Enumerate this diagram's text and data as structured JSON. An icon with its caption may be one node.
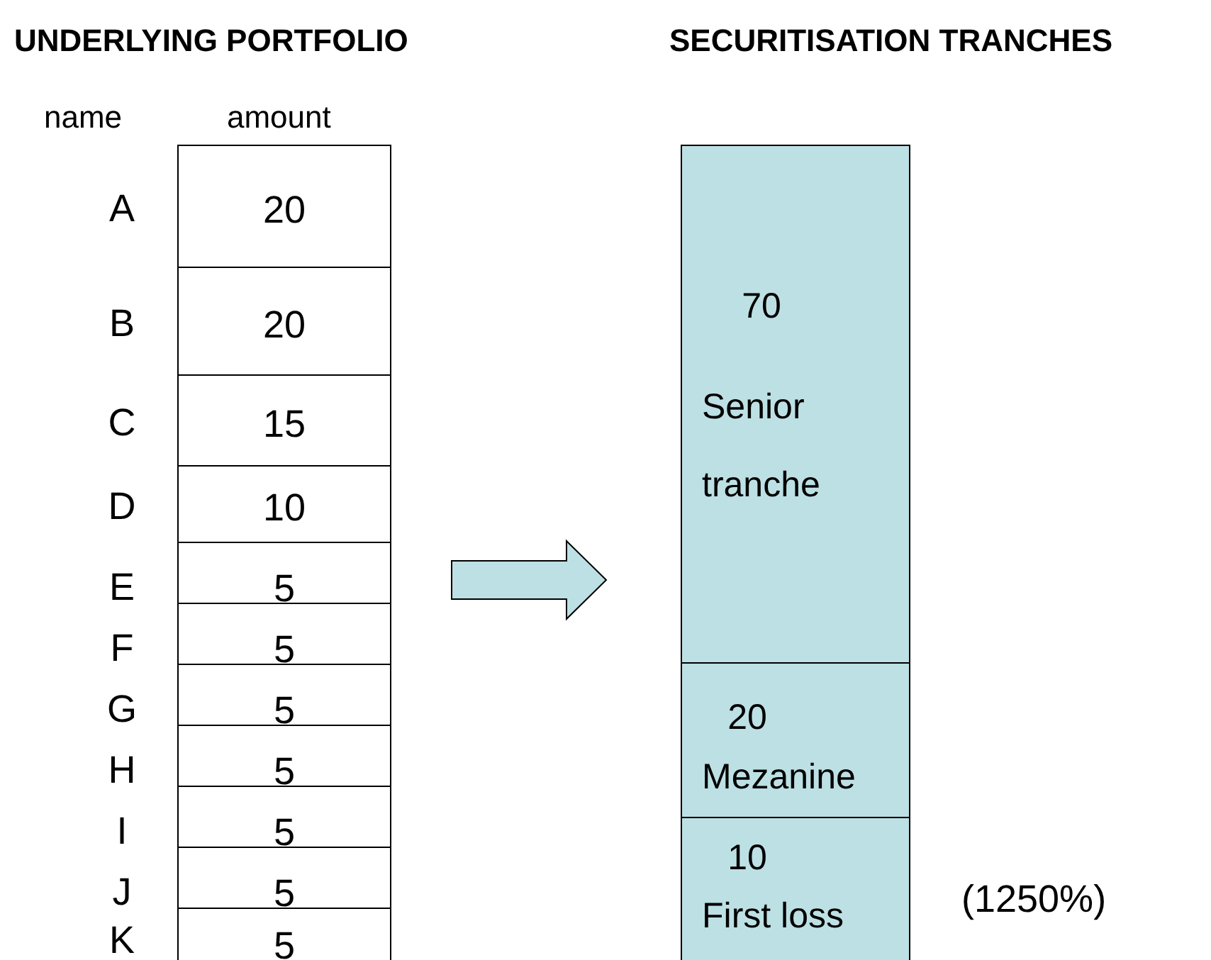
{
  "diagram": {
    "nodes": [
      {
        "text": [
          "20"
        ],
        "beside": [
          "A"
        ]
      },
      {
        "text": [
          "20"
        ],
        "beside": [
          "B"
        ]
      },
      {
        "text": [
          "15"
        ],
        "beside": [
          "C"
        ]
      },
      {
        "text": [
          "10"
        ],
        "beside": [
          "D"
        ]
      },
      {
        "text": [
          "5"
        ],
        "beside": [
          "E"
        ]
      },
      {
        "text": [
          "5"
        ],
        "beside": [
          "F"
        ]
      },
      {
        "text": [
          "5"
        ],
        "beside": [
          "G"
        ]
      },
      {
        "text": [
          "5"
        ],
        "beside": [
          "H"
        ]
      },
      {
        "text": [
          "5"
        ],
        "beside": [
          "I"
        ]
      },
      {
        "text": [
          "5"
        ],
        "beside": [
          "J"
        ]
      },
      {
        "text": [
          "5"
        ],
        "beside": [
          "K"
        ]
      },
      {
        "text": [
          "70",
          "Senior tranche"
        ]
      },
      {
        "text": [
          "20",
          "Mezanine"
        ]
      },
      {
        "text": [
          "10",
          "First loss"
        ],
        "beside": [
          "(1250%)"
        ]
      }
    ],
    "labels": [
      "UNDERLYING PORTFOLIO",
      "SECURITISATION TRANCHES",
      "name",
      "amount"
    ]
  }
}
